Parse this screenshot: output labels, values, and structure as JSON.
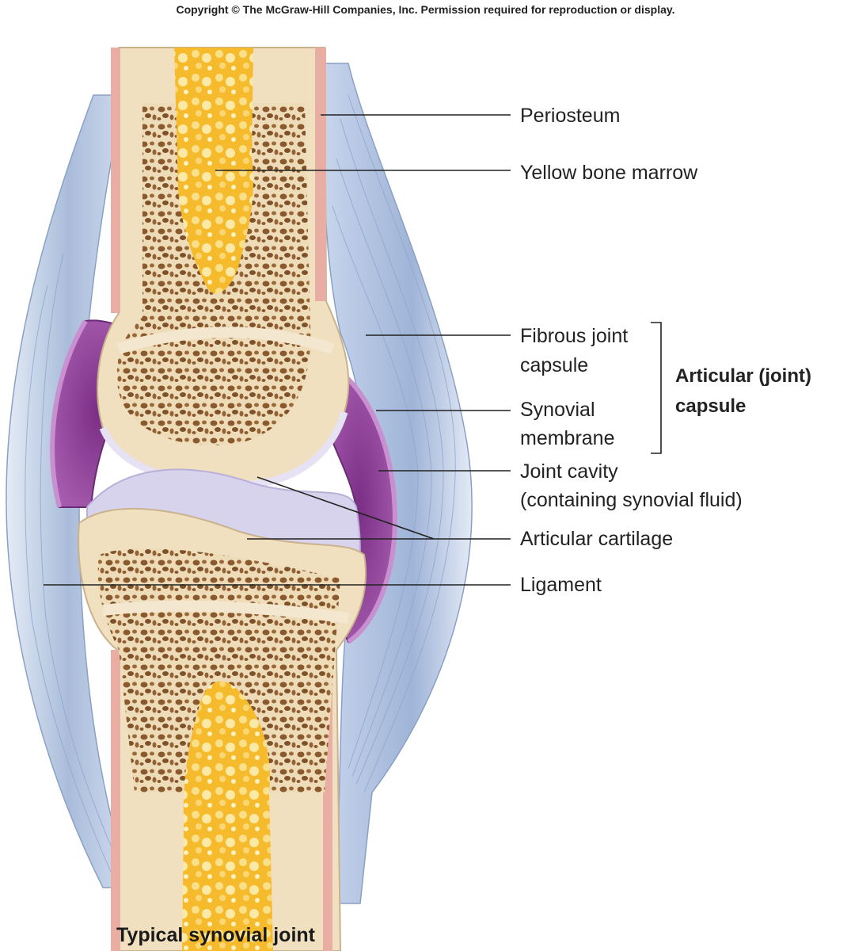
{
  "copyright": "Copyright © The McGraw-Hill Companies, Inc. Permission required for reproduction or display.",
  "labels": {
    "periosteum": "Periosteum",
    "yellow_bone_marrow": "Yellow bone marrow",
    "fibrous_capsule_line1": "Fibrous joint",
    "fibrous_capsule_line2": "capsule",
    "synovial_membrane_line1": "Synovial",
    "synovial_membrane_line2": "membrane",
    "articular_capsule_line1": "Articular (joint)",
    "articular_capsule_line2": "capsule",
    "joint_cavity_line1": "Joint cavity",
    "joint_cavity_line2": "(containing synovial fluid)",
    "articular_cartilage": "Articular cartilage",
    "ligament": "Ligament"
  },
  "caption": "Typical synovial joint",
  "colors": {
    "bone": "#f2e2c4",
    "spongy_bone": "#b88a55",
    "marrow": "#f8c23a",
    "ligament": "#b9c8e0",
    "capsule_purple": "#8a3f92",
    "synovial_membrane": "#c08ac6",
    "cartilage": "#d9d6ee",
    "periosteum": "#e9a9a0"
  }
}
